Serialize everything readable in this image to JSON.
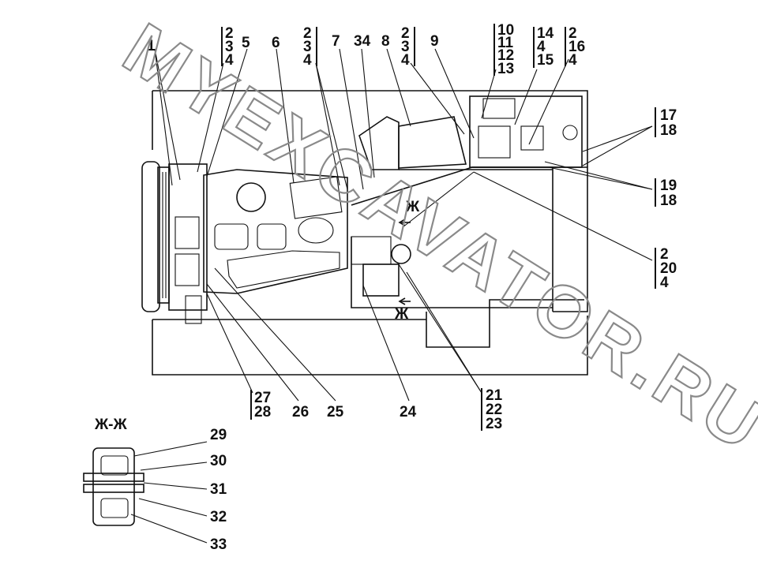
{
  "watermark": "MYEXCAVATOR.RU",
  "section": {
    "marker": "Ж",
    "title": "Ж-Ж"
  },
  "callouts": {
    "c1": "1",
    "g234a": [
      "2",
      "3",
      "4"
    ],
    "c5": "5",
    "c6": "6",
    "g234b": [
      "2",
      "3",
      "4"
    ],
    "c7": "7",
    "c34": "34",
    "c8": "8",
    "g234c": [
      "2",
      "3",
      "4"
    ],
    "c9": "9",
    "g10": [
      "10",
      "11",
      "12",
      "13"
    ],
    "g14": [
      "14",
      "4",
      "15"
    ],
    "g2164": [
      "2",
      "16",
      "4"
    ],
    "g1718": [
      "17",
      "18"
    ],
    "g1918": [
      "19",
      "18"
    ],
    "g2204": [
      "2",
      "20",
      "4"
    ],
    "g2728": [
      "27",
      "28"
    ],
    "c26": "26",
    "c25": "25",
    "c24": "24",
    "g212223": [
      "21",
      "22",
      "23"
    ],
    "detail": [
      "29",
      "30",
      "31",
      "32",
      "33"
    ]
  }
}
